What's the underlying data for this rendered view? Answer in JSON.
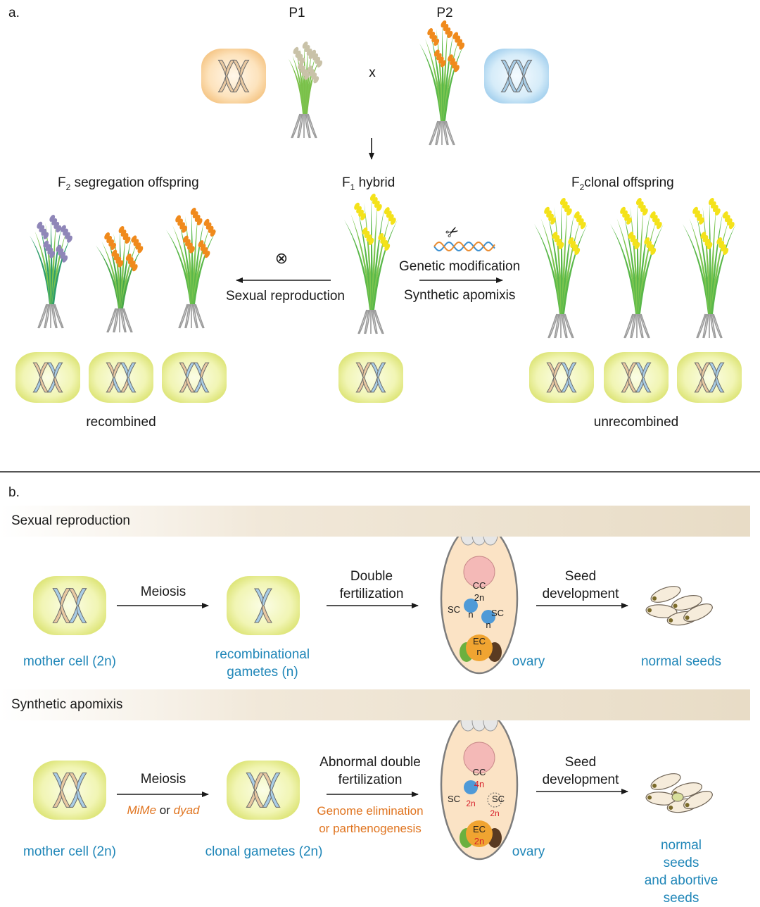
{
  "panel_a": {
    "label": "a.",
    "p1": "P1",
    "p2": "P2",
    "cross": "x",
    "f1_sub": "1",
    "f1_text": "hybrid",
    "f1_prefix": "F",
    "f2_seg_prefix": "F",
    "f2_seg_sub": "2",
    "f2_seg_text": "segregation offspring",
    "f2_clo_prefix": "F",
    "f2_clo_sub": "2",
    "f2_clo_text": "clonal offspring",
    "selfing_symbol": "⊗",
    "sexual_reproduction": "Sexual reproduction",
    "genetic_modification": "Genetic modification",
    "synthetic_apomixis": "Synthetic apomixis",
    "recombined": "recombined",
    "unrecombined": "unrecombined",
    "scissors_icon": "✂"
  },
  "panel_b": {
    "label": "b.",
    "sexual": {
      "banner": "Sexual reproduction",
      "meiosis": "Meiosis",
      "double_fert": "Double\nfertilization",
      "seed_dev": "Seed\ndevelopment",
      "mother_cell": "mother cell (2n)",
      "gametes": "recombinational\ngametes (n)",
      "ovary": "ovary",
      "seeds": "normal seeds",
      "cc": "CC",
      "cc_ploidy": "2n",
      "sc": "SC",
      "sc_ploidy": "n",
      "ec": "EC",
      "ec_ploidy": "n"
    },
    "apomixis": {
      "banner": "Synthetic apomixis",
      "meiosis": "Meiosis",
      "mime": "MiMe",
      "or": "or",
      "dyad": "dyad",
      "abnormal": "Abnormal double\nfertilization",
      "genome_elim": "Genome elimination\nor  parthenogenesis",
      "seed_dev": "Seed\ndevelopment",
      "mother_cell": "mother cell (2n)",
      "gametes": "clonal gametes (2n)",
      "ovary": "ovary",
      "seeds": "normal seeds\nand abortive seeds",
      "cc": "CC",
      "cc_ploidy": "4n",
      "sc": "SC",
      "sc_ploidy": "2n",
      "ec": "EC",
      "ec_ploidy": "2n"
    }
  },
  "colors": {
    "orange_chrom": "#e9c9a2",
    "blue_chrom": "#a9cde6",
    "cell_yellow": "#eef3a0",
    "cell_orange": "#fbd9a8",
    "cell_blue": "#c9e4f5",
    "leaf_green": "#5ab84a",
    "ear_yellow": "#f4e21a",
    "ear_orange": "#f08a1c",
    "ear_purple": "#8f86b8",
    "text_blue": "#1f86b8",
    "text_orange": "#e0741f"
  }
}
